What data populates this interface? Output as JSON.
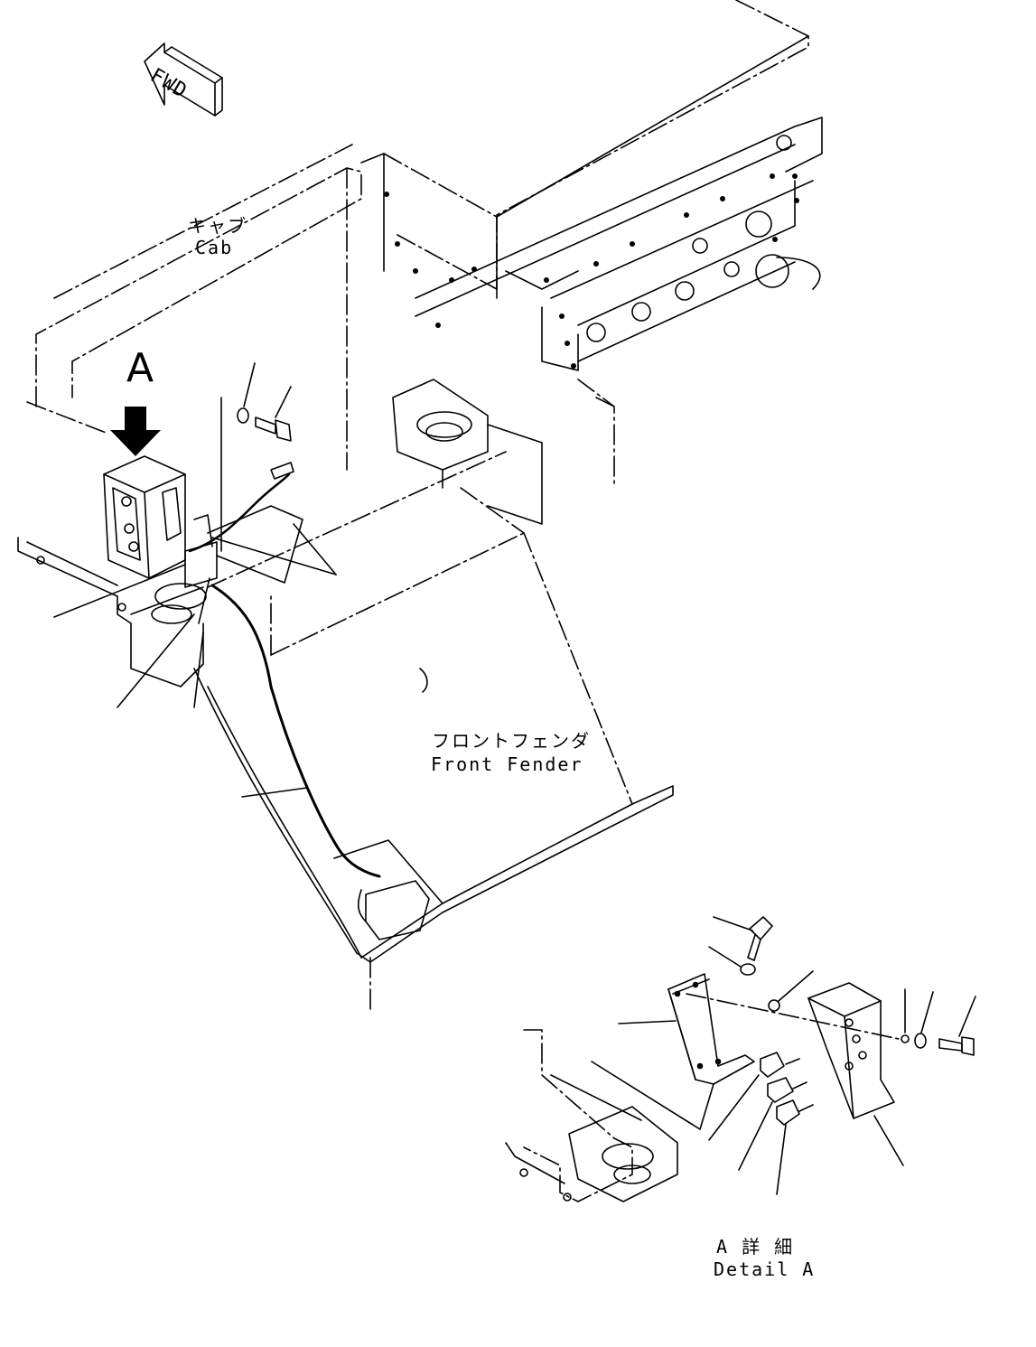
{
  "labels": {
    "fwd": "FWD",
    "cab_jp": "キャブ",
    "cab_en": "Cab",
    "view_a": "A",
    "fender_jp": "フロントフェンダ",
    "fender_en": "Front Fender",
    "detail_jp": "A 詳 細",
    "detail_en": "Detail A"
  },
  "colors": {
    "line": "#000000",
    "background": "#ffffff"
  }
}
